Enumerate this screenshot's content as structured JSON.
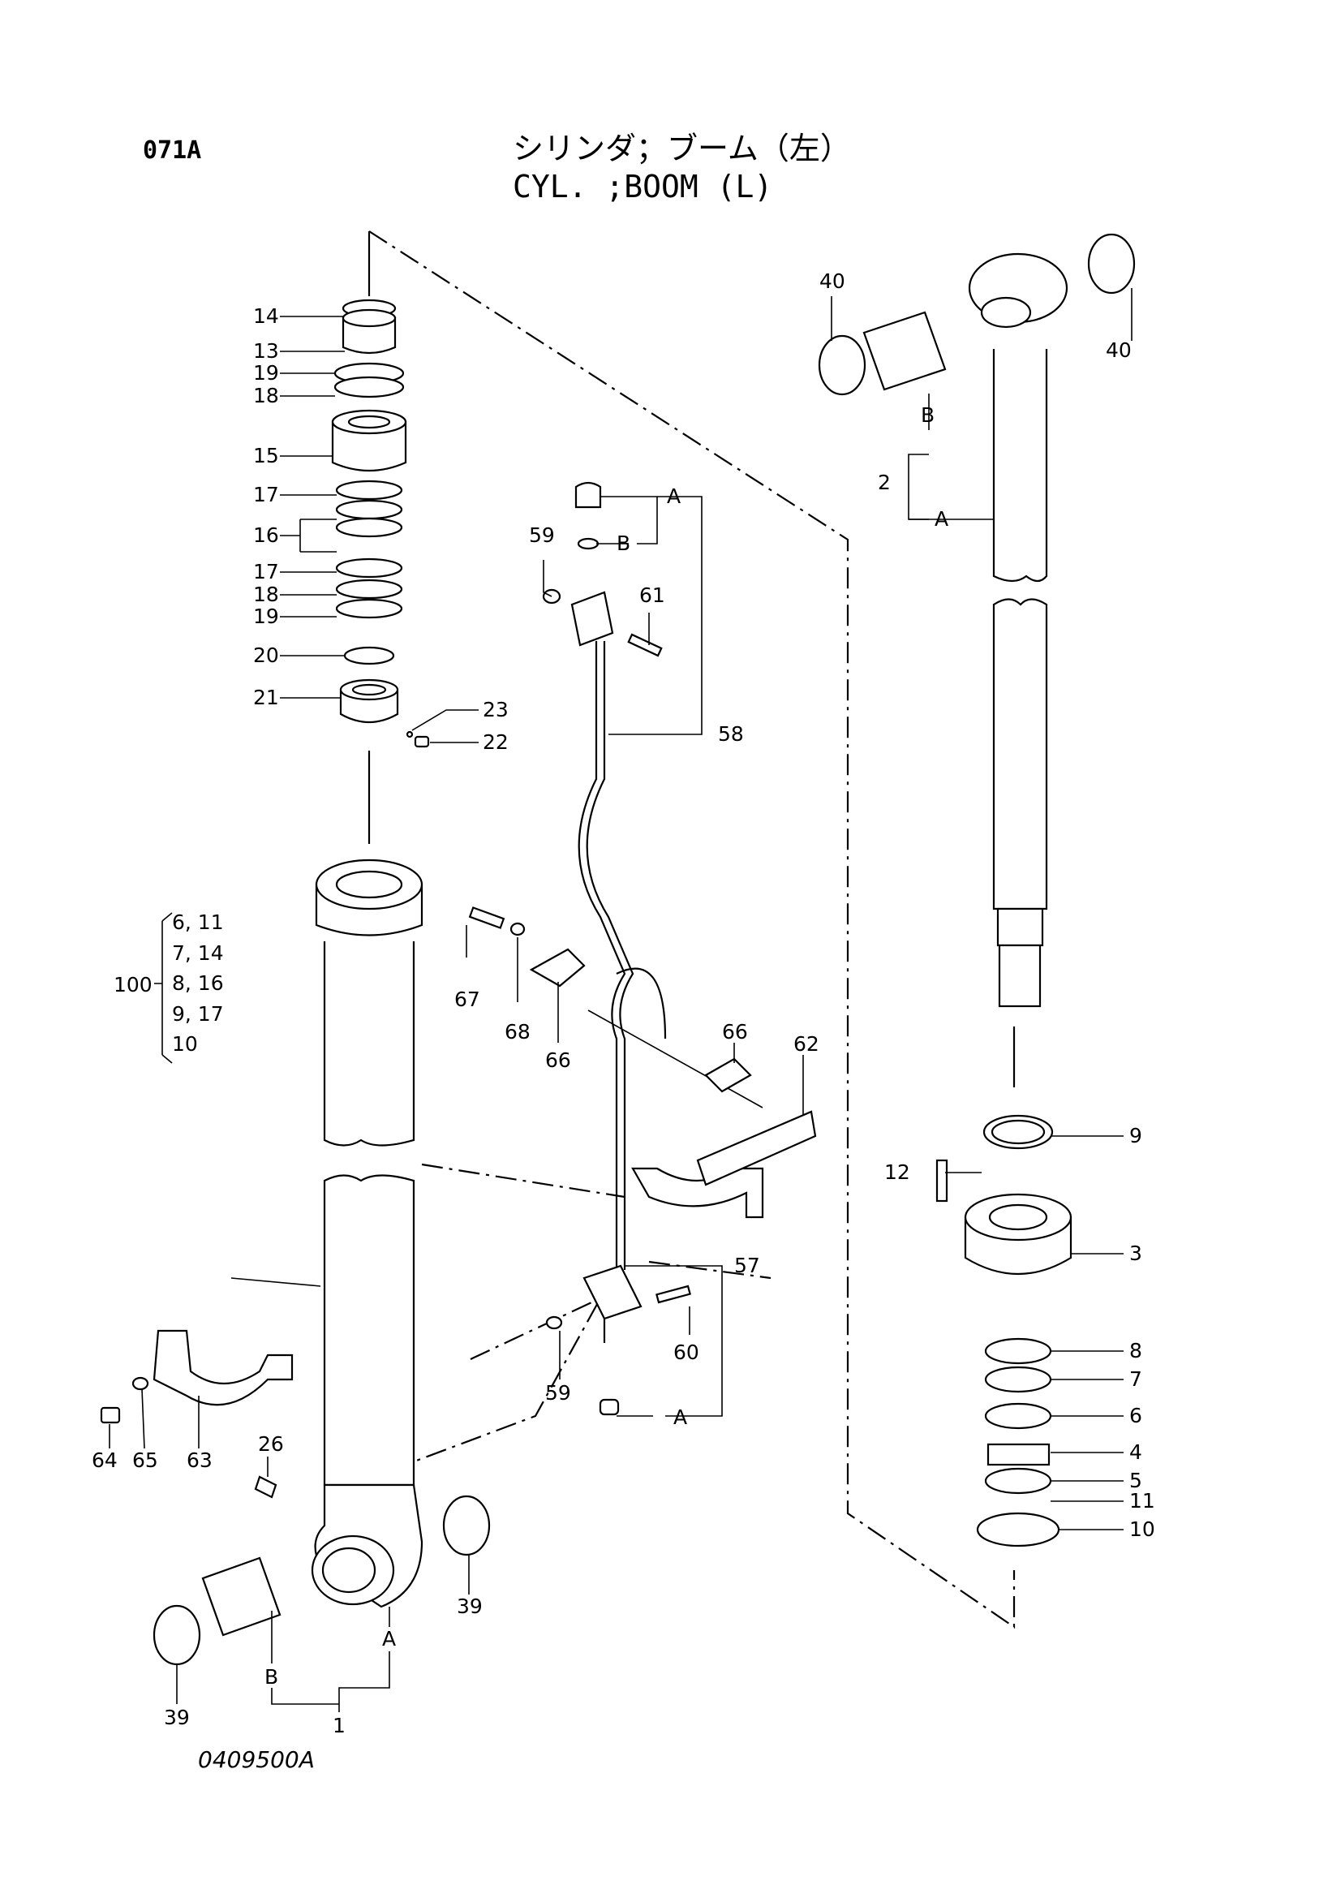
{
  "header": {
    "page_code": "071A",
    "title_jp": "シリンダ；ブーム（左）",
    "title_en": "CYL. ;BOOM (L)",
    "drawing_number": "0409500A"
  },
  "kit": {
    "number": "100",
    "members": [
      "6, 11",
      "7, 14",
      "8, 16",
      "9, 17",
      "10"
    ]
  },
  "callouts": {
    "c14": "14",
    "c13": "13",
    "c19a": "19",
    "c18a": "18",
    "c15": "15",
    "c17a": "17",
    "c16": "16",
    "c17b": "17",
    "c18b": "18",
    "c19b": "19",
    "c20": "20",
    "c21": "21",
    "c23": "23",
    "c22": "22",
    "c40a": "40",
    "c40b": "40",
    "cB1": "B",
    "c2": "2",
    "cA1": "A",
    "cA2": "A",
    "cB2": "B",
    "c59a": "59",
    "c61": "61",
    "c58": "58",
    "c67": "67",
    "c68": "68",
    "c66a": "66",
    "c66b": "66",
    "c62": "62",
    "c9": "9",
    "c12": "12",
    "c3": "3",
    "c57": "57",
    "c60": "60",
    "c59b": "59",
    "cA3": "A",
    "c8": "8",
    "c7": "7",
    "c6": "6",
    "c4": "4",
    "c5": "5",
    "c11": "11",
    "c10": "10",
    "c64": "64",
    "c65": "65",
    "c63": "63",
    "c26": "26",
    "c39a": "39",
    "c39b": "39",
    "cA4": "A",
    "cB3": "B",
    "c1": "1"
  }
}
